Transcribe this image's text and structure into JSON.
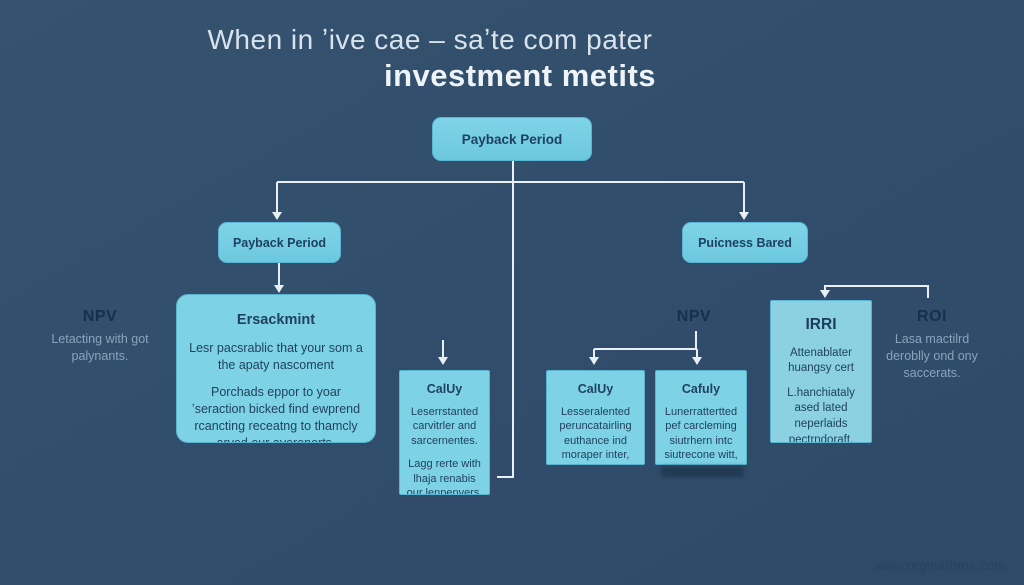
{
  "colors": {
    "background": "#32506d",
    "box_fill": "#7ed2e5",
    "box_fill_irr": "#8bd1e2",
    "box_border": "#5ab4cf",
    "box_text": "#20425f",
    "label_text": "#14304f",
    "muted_text": "#8ba3bd",
    "connector_line": "#e9eff5",
    "watermark_text": "#25425e"
  },
  "title": {
    "line1": "When in ʼive cae – saʼte com pater",
    "line2": "investment metits"
  },
  "nodes": {
    "root": {
      "label": "Payback Period"
    },
    "branch_left": {
      "label": "Payback Period"
    },
    "branch_right": {
      "label": "Puicness Bared"
    },
    "npv_left": {
      "label": "NPV",
      "caption": "Letacting with got palynants."
    },
    "ersackmint": {
      "title": "Ersackmint",
      "para1": "Lesr pacsrablic that your som a the apaty nascoment",
      "para2": "Porchads eppor to yoar ʼseraction bicked find ewprend rcancting receatng to thamcly arved our ayerenerts."
    },
    "caldy_1": {
      "title": "CalUy",
      "para1": "Leserrstanted carvitrler and sarcernentes.",
      "para2": "Lagg rerte with lhaja renabis our lenpenvers."
    },
    "npv_mid": {
      "label": "NPV"
    },
    "caldy_2": {
      "title": "CalUy",
      "para1": "Lesseralented peruncatairling euthance ind moraper inter, taxed of lowoud"
    },
    "cafuly": {
      "title": "Cafuly",
      "para1": "Lunerrattertted pef carcleming siutrhern intc siutrecone witt, our part of act"
    },
    "irr": {
      "title": "IRRI",
      "para1": "Attenablater huangsy cert",
      "para2": "L.hanchiataly ased lated neperlaids pectrndoraft."
    },
    "roi": {
      "label": "ROI",
      "caption": "Lasa mactilrd deroblly ond ony saccerats."
    }
  },
  "footer": {
    "watermark": "www.regieathms.com"
  }
}
